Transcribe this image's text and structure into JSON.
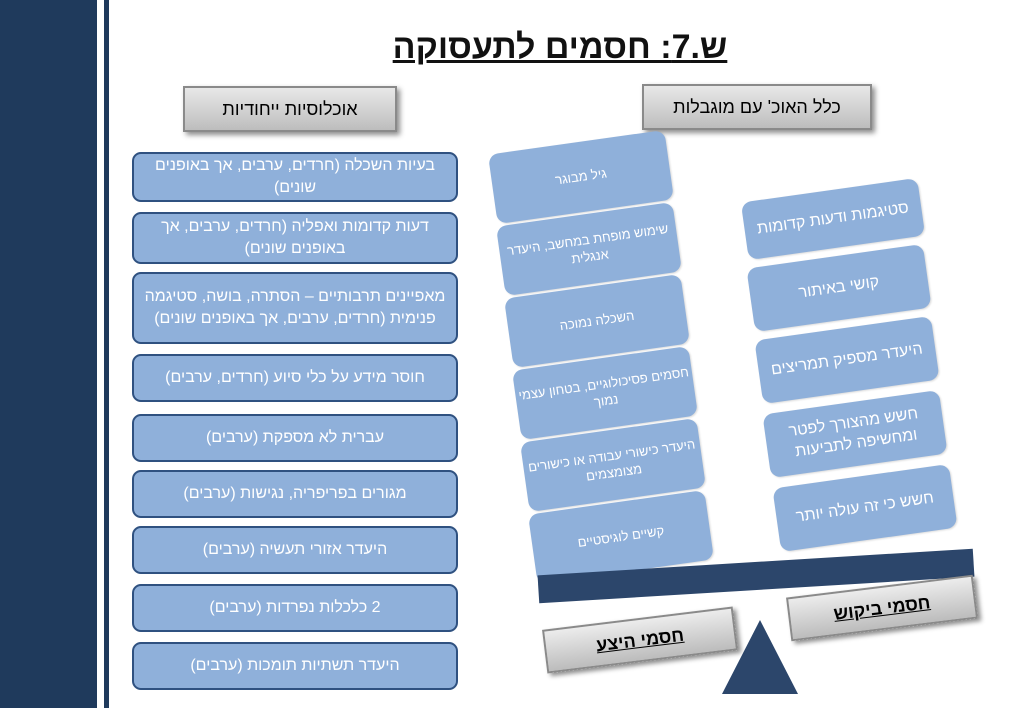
{
  "title": "ש.7: חסמים לתעסוקה",
  "headers": {
    "right": "כלל האוכ' עם מוגבלות",
    "left": "אוכלוסיות ייחודיות"
  },
  "populations": [
    "בעיות השכלה (חרדים, ערבים, אך באופנים שונים)",
    "דעות קדומות ואפליה (חרדים, ערבים, אך באופנים שונים)",
    "מאפיינים תרבותיים – הסתרה, בושה, סטיגמה פנימית (חרדים, ערבים, אך באופנים שונים)",
    "חוסר מידע על כלי סיוע (חרדים, ערבים)",
    "עברית לא מספקת (ערבים)",
    "מגורים בפריפריה, נגישות (ערבים)",
    "היעדר אזורי תעשיה (ערבים)",
    "2 כלכלות נפרדות (ערבים)",
    "היעדר תשתיות תומכות (ערבים)"
  ],
  "supply_barriers": [
    "גיל מבוגר",
    "שימוש מופחת במחשב, היעדר אנגלית",
    "השכלה נמוכה",
    "חסמים פסיכולוגיים, בטחון עצמי נמוך",
    "היעדר כישורי עבודה או כישורים מצומצמים",
    "קשיים לוגיסטיים"
  ],
  "demand_barriers": [
    "סטיגמות ודעות קדומות",
    "קושי באיתור",
    "היעדר מספיק תמריצים",
    "חשש מהצורך לפטר ומחשיפה לתביעות",
    "חשש כי זה עולה יותר"
  ],
  "labels": {
    "supply": "חסמי היצע",
    "demand": "חסמי ביקוש"
  },
  "colors": {
    "dark_navy": "#1f3a5c",
    "card_fill": "#8fb0da",
    "card_border": "#2f5180"
  }
}
